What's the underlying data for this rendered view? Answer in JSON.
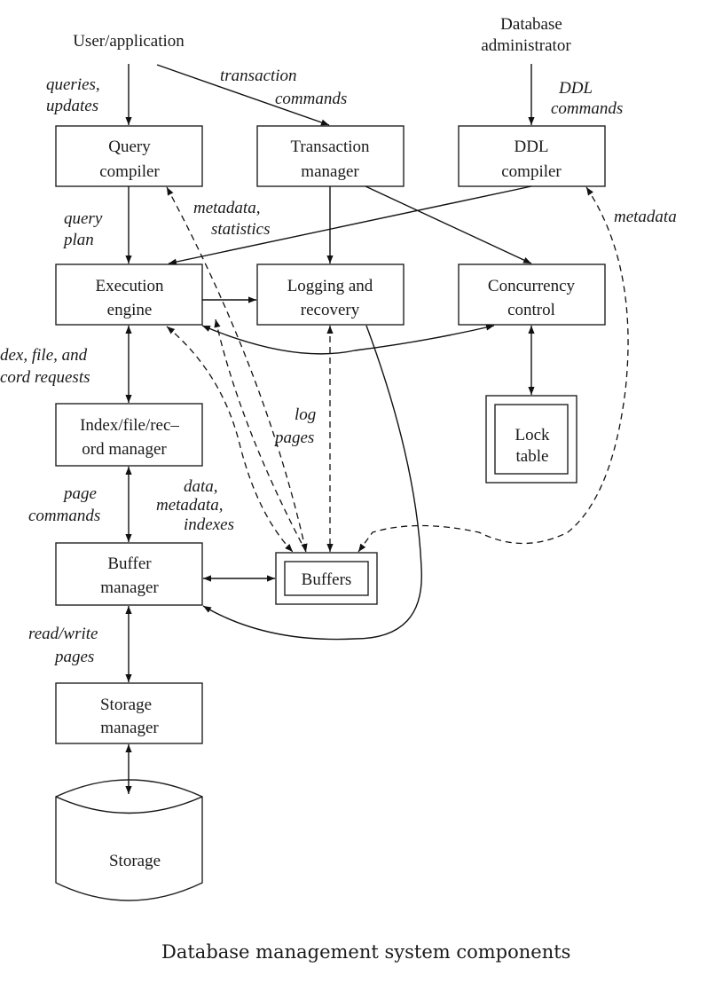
{
  "diagram": {
    "actors": {
      "user": "User/application",
      "dba_line1": "Database",
      "dba_line2": "administrator"
    },
    "components": {
      "query_compiler": [
        "Query",
        "compiler"
      ],
      "transaction_manager": [
        "Transaction",
        "manager"
      ],
      "ddl_compiler": [
        "DDL",
        "compiler"
      ],
      "execution_engine": [
        "Execution",
        "engine"
      ],
      "logging_recovery": [
        "Logging and",
        "recovery"
      ],
      "concurrency_control": [
        "Concurrency",
        "control"
      ],
      "lock_table": [
        "Lock",
        "table"
      ],
      "index_manager": [
        "Index/file/rec–",
        "ord manager"
      ],
      "buffer_manager": [
        "Buffer",
        "manager"
      ],
      "buffers": "Buffers",
      "storage_manager": [
        "Storage",
        "manager"
      ],
      "storage": "Storage"
    },
    "edge_labels": {
      "queries_updates": [
        "queries,",
        "updates"
      ],
      "transaction_commands": [
        "transaction",
        "commands"
      ],
      "ddl_commands": [
        "DDL",
        "commands"
      ],
      "query_plan": [
        "query",
        "plan"
      ],
      "metadata_statistics": [
        "metadata,",
        "statistics"
      ],
      "metadata": "metadata",
      "index_requests": [
        "dex, file, and",
        "cord requests"
      ],
      "log_pages": [
        "log",
        "pages"
      ],
      "page_commands": [
        "page",
        "commands"
      ],
      "data_metadata_indexes": [
        "data,",
        "metadata,",
        "indexes"
      ],
      "read_write_pages": [
        "read/write",
        "pages"
      ]
    },
    "caption": "Database management system components"
  }
}
